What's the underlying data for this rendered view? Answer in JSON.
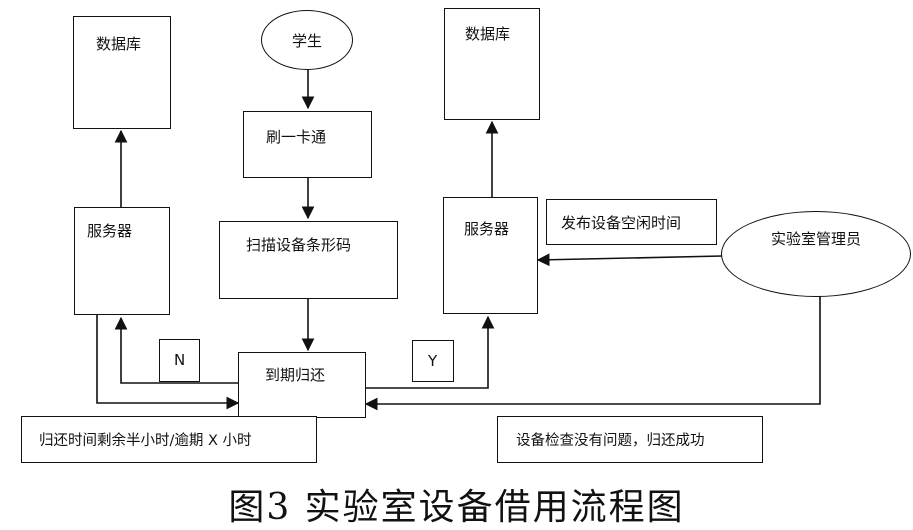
{
  "nodes": {
    "db_left": "数据库",
    "student": "学生",
    "db_right": "数据库",
    "swipe_card": "刷一卡通",
    "server_left": "服务器",
    "scan_barcode": "扫描设备条形码",
    "server_right": "服务器",
    "publish_idle": "发布设备空闲时间",
    "lab_admin": "实验室管理员",
    "due_return": "到期归还",
    "remain_time": "归还时间剩余半小时/逾期 X 小时",
    "check_success": "设备检查没有问题，归还成功"
  },
  "branch_labels": {
    "no": "N",
    "yes": "Y"
  },
  "caption": "图3   实验室设备借用流程图"
}
